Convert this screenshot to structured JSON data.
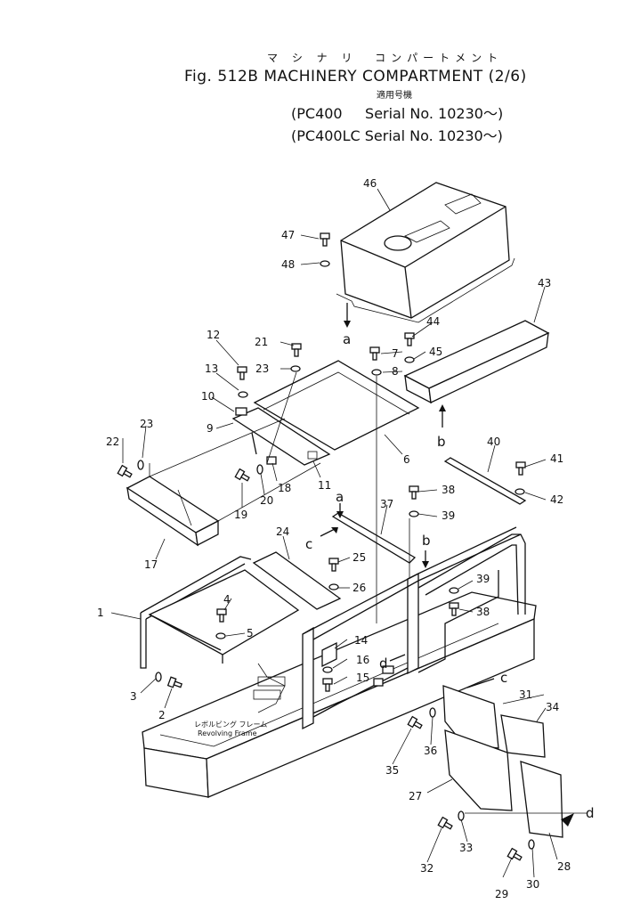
{
  "header": {
    "japanese_title": "マ シ ナ リ  コンパートメント",
    "title": "Fig. 512B MACHINERY COMPARTMENT (2/6)",
    "applicable_label": "適用号機",
    "serial_line_1": "(PC400     Serial No. 10230～)",
    "serial_line_2": "(PC400LC Serial No. 10230～)"
  },
  "frame_label": {
    "japanese": "レボルビング フレーム",
    "english": "Revolving Frame"
  },
  "part_numbers": [
    "1",
    "2",
    "3",
    "4",
    "5",
    "6",
    "7",
    "8",
    "9",
    "10",
    "11",
    "12",
    "13",
    "14",
    "15",
    "16",
    "17",
    "18",
    "19",
    "20",
    "21",
    "22",
    "23",
    "23",
    "24",
    "25",
    "26",
    "27",
    "28",
    "29",
    "30",
    "31",
    "32",
    "33",
    "34",
    "35",
    "36",
    "37",
    "38",
    "38",
    "39",
    "39",
    "40",
    "41",
    "42",
    "43",
    "44",
    "45",
    "46",
    "47",
    "48"
  ],
  "reference_letters": [
    "a",
    "a",
    "b",
    "b",
    "c",
    "c",
    "d",
    "d"
  ]
}
